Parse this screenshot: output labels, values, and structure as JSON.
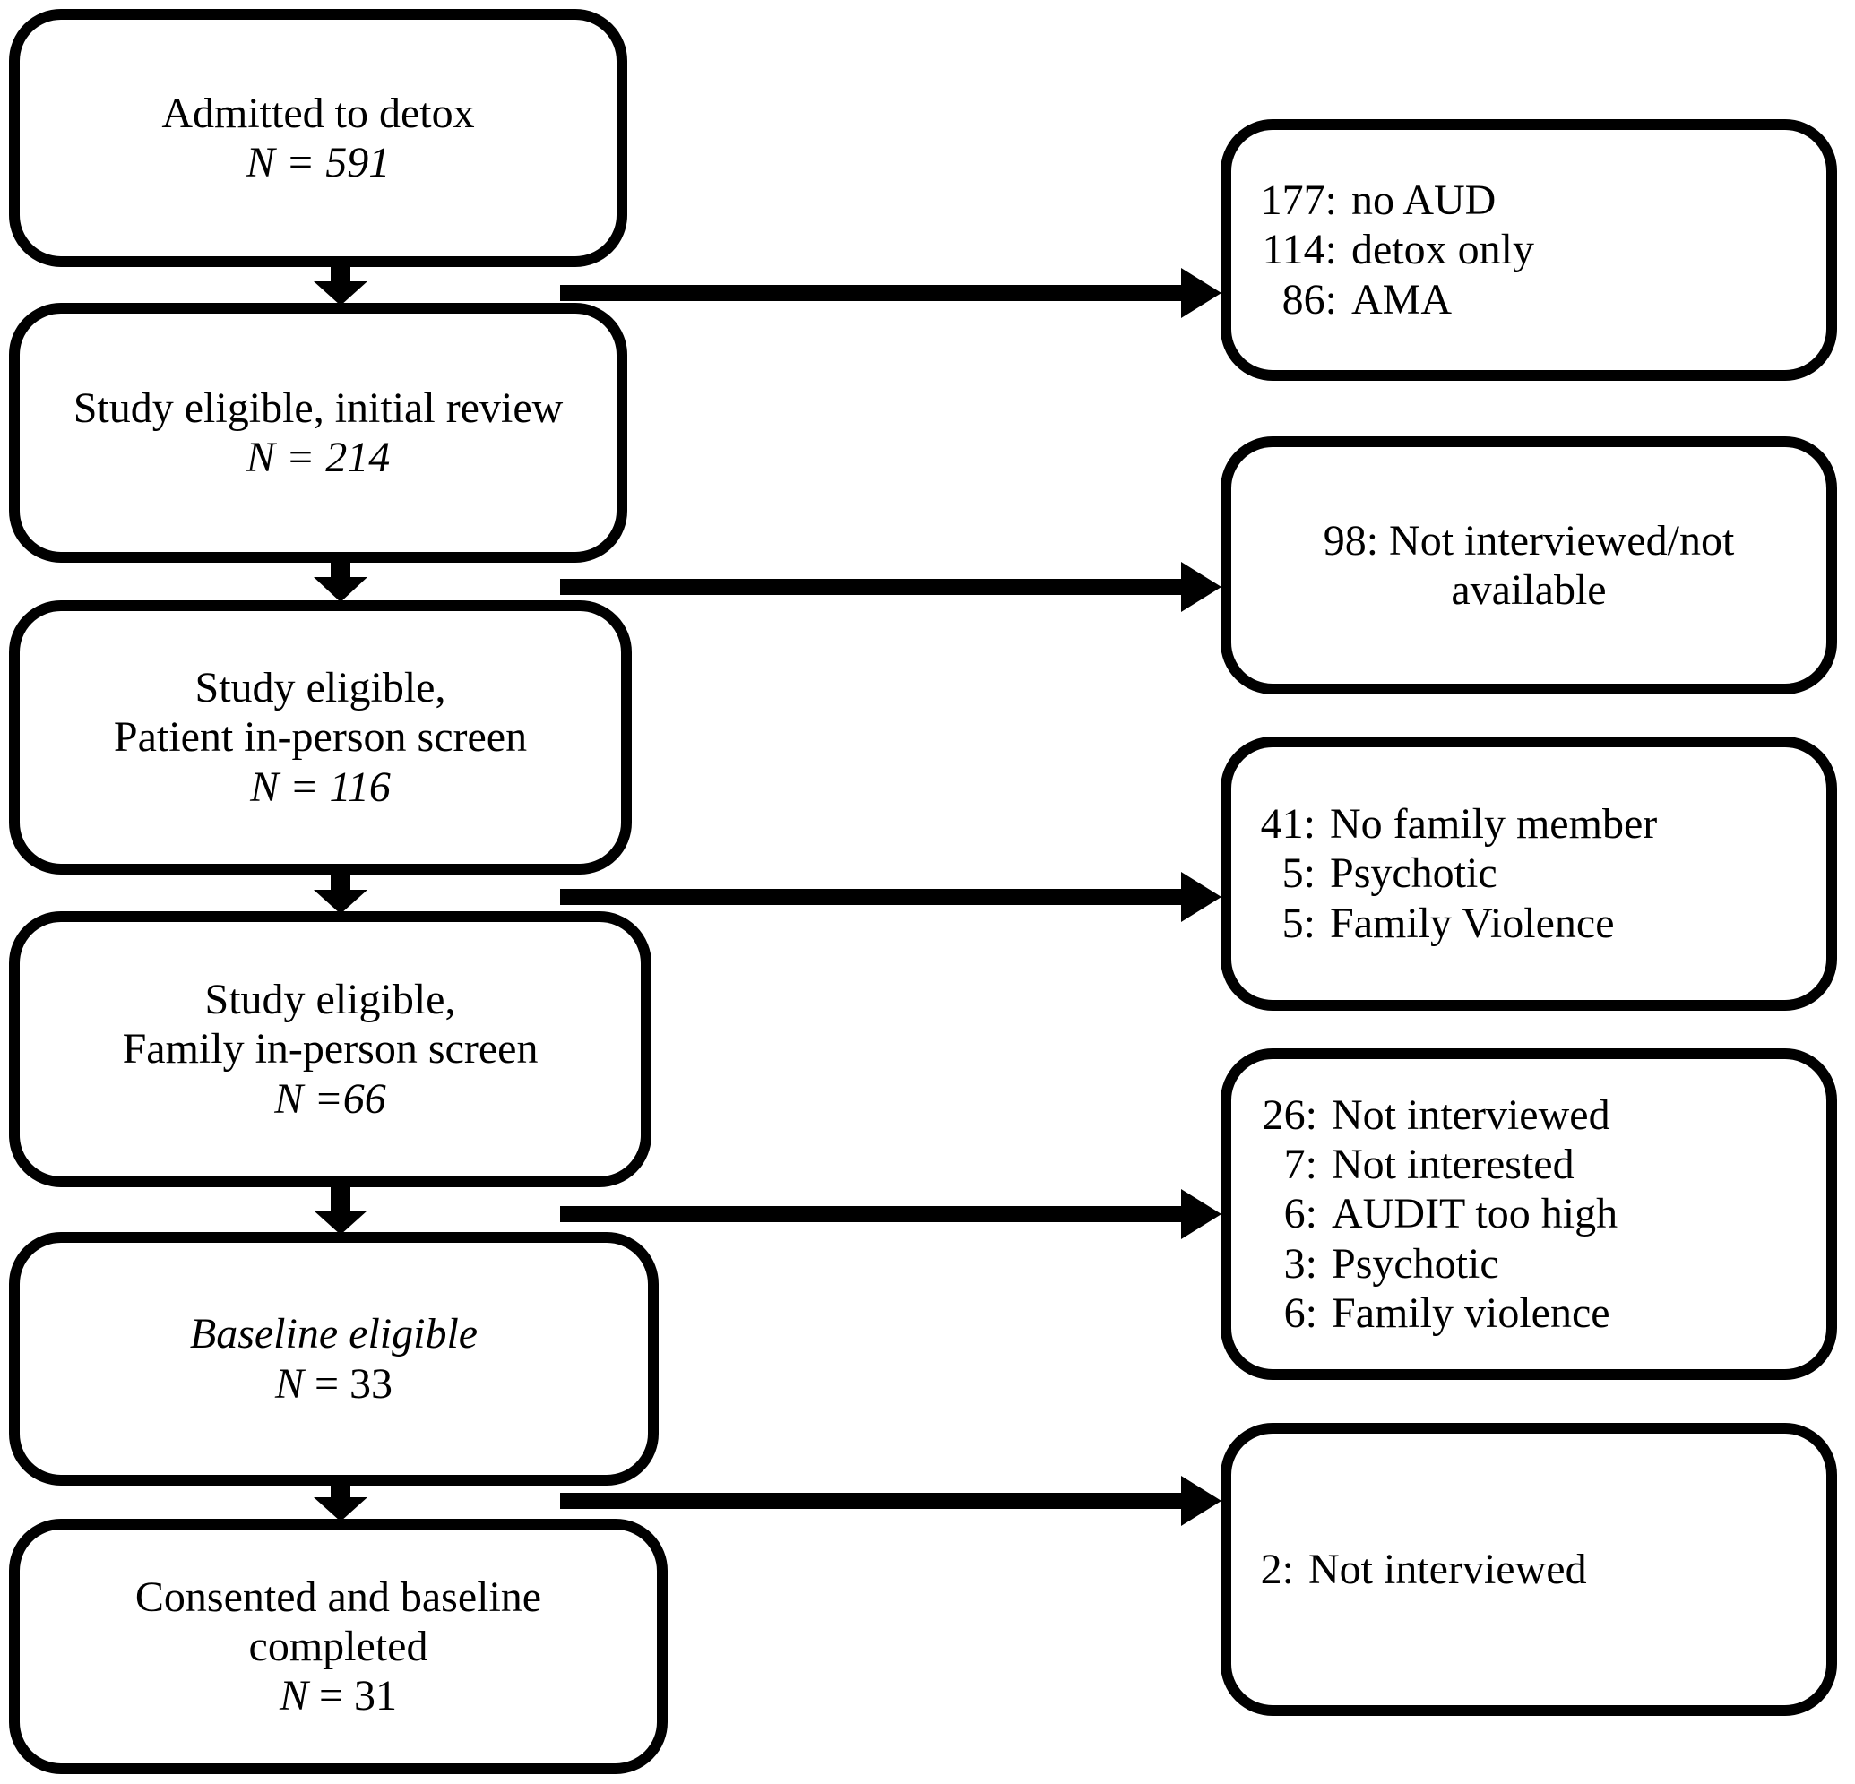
{
  "colors": {
    "ink": "#000000",
    "background": "#ffffff"
  },
  "stages": [
    {
      "title_lines": [
        "Admitted to detox"
      ],
      "n_italic": "N = 591",
      "n_plain": ""
    },
    {
      "title_lines": [
        "Study eligible, initial review"
      ],
      "n_italic": "N = 214",
      "n_plain": ""
    },
    {
      "title_lines": [
        "Study eligible,",
        "Patient in-person screen"
      ],
      "n_italic": "N = 116",
      "n_plain": ""
    },
    {
      "title_lines": [
        "Study eligible,",
        "Family in-person screen"
      ],
      "n_italic": "N =66",
      "n_plain": ""
    },
    {
      "title_lines": [
        "Baseline eligible"
      ],
      "n_italic": "N",
      "n_plain": " = 33"
    },
    {
      "title_lines": [
        "Consented and baseline",
        "completed"
      ],
      "n_italic": "N",
      "n_plain": " = 31"
    }
  ],
  "exclusions": [
    {
      "items": [
        {
          "num": "177:",
          "label": "no AUD"
        },
        {
          "num": "114:",
          "label": "detox only"
        },
        {
          "num": "86:",
          "label": "AMA"
        }
      ]
    },
    {
      "lines": [
        "98: Not interviewed/not",
        "available"
      ]
    },
    {
      "items": [
        {
          "num": "41:",
          "label": "No family member"
        },
        {
          "num": "5:",
          "label": "Psychotic"
        },
        {
          "num": "5:",
          "label": "Family Violence"
        }
      ]
    },
    {
      "items": [
        {
          "num": "26:",
          "label": "Not interviewed"
        },
        {
          "num": "7:",
          "label": "Not interested"
        },
        {
          "num": "6:",
          "label": "AUDIT too high"
        },
        {
          "num": "3:",
          "label": "Psychotic"
        },
        {
          "num": "6:",
          "label": "Family violence"
        }
      ]
    },
    {
      "items": [
        {
          "num": "2:",
          "label": "Not interviewed"
        }
      ]
    }
  ]
}
